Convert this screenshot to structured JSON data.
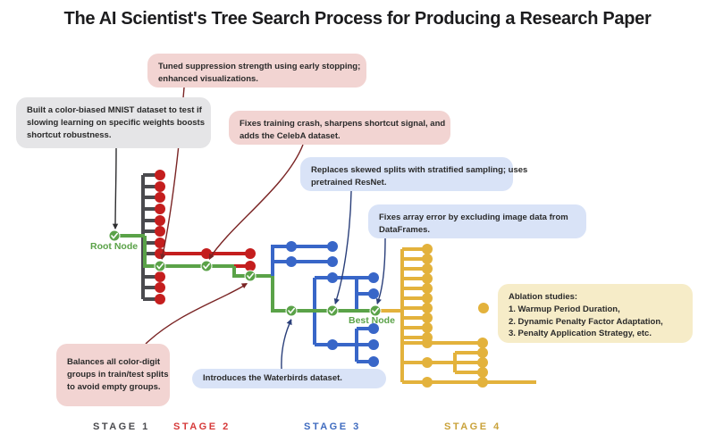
{
  "title": "The AI Scientist's Tree Search Process for Producing a Research Paper",
  "colors": {
    "stage1": "#4a4a4e",
    "stage2": "#c41e1e",
    "stage3": "#3866c8",
    "stage4": "#e3b23c",
    "path": "#5aa248",
    "stage4_label": "#c9a23a",
    "stage3_label": "#3f6bbf",
    "stage2_label": "#d63a3a",
    "stage1_label": "#4a4a4e"
  },
  "labels": {
    "root_node": "Root Node",
    "best_node": "Best Node"
  },
  "stages": [
    {
      "label": "STAGE 1"
    },
    {
      "label": "STAGE 2"
    },
    {
      "label": "STAGE 3"
    },
    {
      "label": "STAGE 4"
    }
  ],
  "notes": {
    "stage1_build": {
      "lines": [
        "Built a color-biased MNIST dataset to test if",
        "slowing learning on specific weights boosts",
        "shortcut robustness."
      ]
    },
    "stage2_tuned": {
      "lines": [
        "Tuned suppression strength using early stopping;",
        "enhanced visualizations."
      ]
    },
    "stage2_fixes": {
      "lines": [
        "Fixes training crash, sharpens shortcut signal, and",
        "adds the CelebA dataset."
      ]
    },
    "stage2_balances": {
      "lines": [
        "Balances all color-digit",
        "groups in train/test splits",
        "to avoid empty groups."
      ]
    },
    "stage3_replaces": {
      "lines": [
        "Replaces skewed splits with stratified sampling; uses",
        "pretrained ResNet."
      ]
    },
    "stage3_fixes_array": {
      "lines": [
        "Fixes array error by excluding image data from",
        "DataFrames."
      ]
    },
    "stage3_waterbirds": {
      "lines": [
        "Introduces the Waterbirds dataset."
      ]
    },
    "stage4_ablation": {
      "lines": [
        "Ablation studies:",
        "1. Warmup Period Duration,",
        "2. Dynamic Penalty Factor Adaptation,",
        "3. Penalty Application Strategy, etc."
      ]
    }
  },
  "tree": {
    "stage1_children": 12,
    "stage2_nodes": 4,
    "stage3_nodes": 13,
    "stage4_nodes": 18,
    "selected_path": [
      "Root Node",
      "Stage 1 best",
      "Stage 2 node",
      "Stage 2 best",
      "Stage 3 node",
      "Stage 3 node",
      "Best Node"
    ]
  }
}
